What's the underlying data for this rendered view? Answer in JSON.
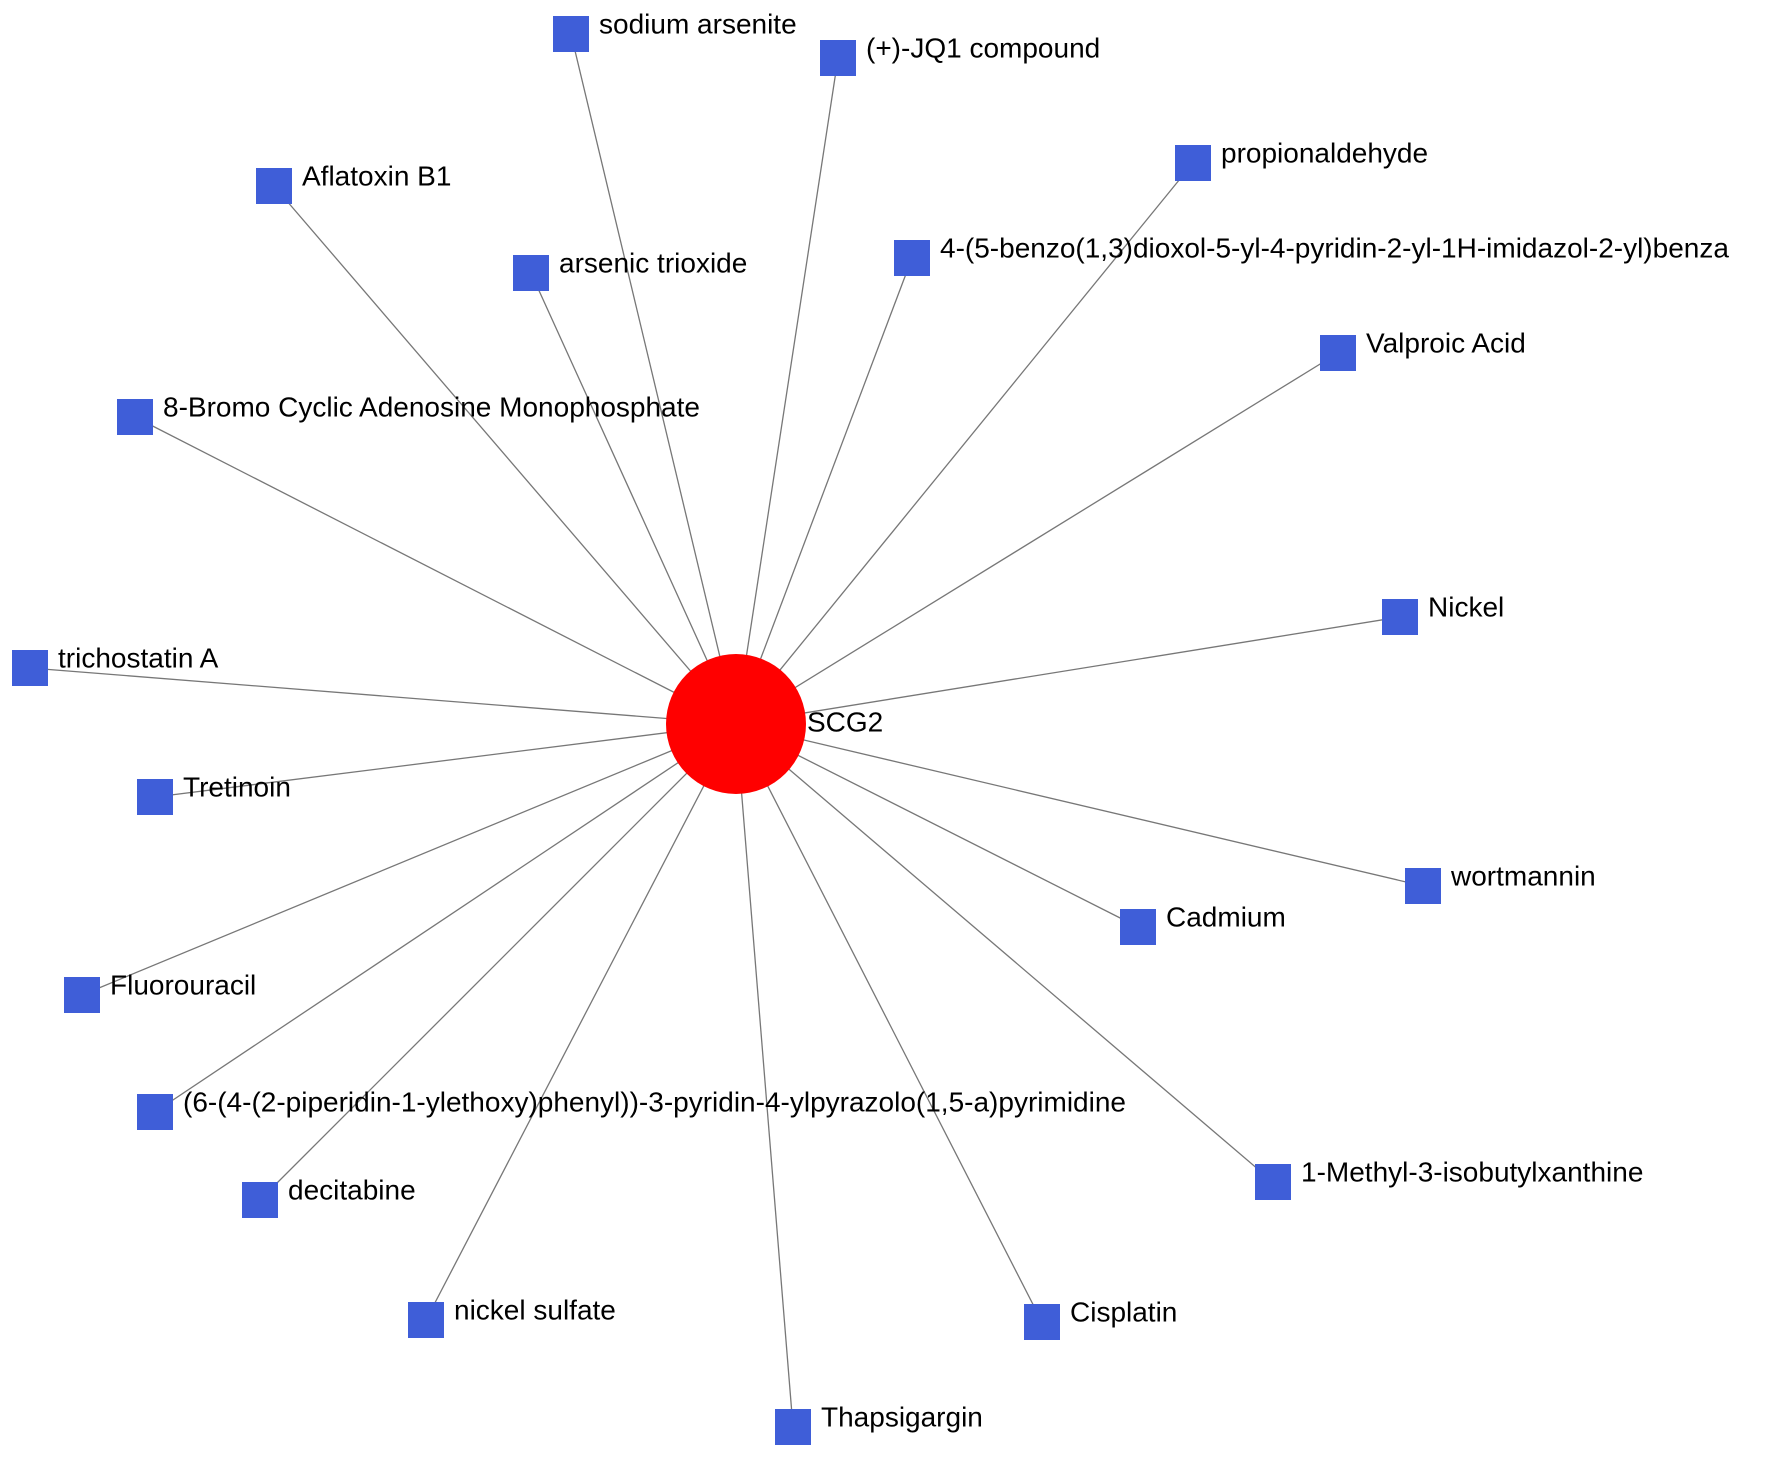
{
  "hub": {
    "label": "SCG2",
    "color": "#ff0000"
  },
  "node_color": "#3f5ed8",
  "edge_color": "#777777",
  "nodes": [
    {
      "id": "sodium-arsenite",
      "label": "sodium arsenite"
    },
    {
      "id": "jq1-compound",
      "label": "(+)-JQ1 compound"
    },
    {
      "id": "aflatoxin-b1",
      "label": "Aflatoxin B1"
    },
    {
      "id": "propionaldehyde",
      "label": "propionaldehyde"
    },
    {
      "id": "arsenic-trioxide",
      "label": "arsenic trioxide"
    },
    {
      "id": "benzodioxol-imidazol",
      "label": "4-(5-benzo(1,3)dioxol-5-yl-4-pyridin-2-yl-1H-imidazol-2-yl)benza"
    },
    {
      "id": "valproic-acid",
      "label": "Valproic Acid"
    },
    {
      "id": "8-bromo-camp",
      "label": "8-Bromo Cyclic Adenosine Monophosphate"
    },
    {
      "id": "nickel",
      "label": "Nickel"
    },
    {
      "id": "trichostatin-a",
      "label": "trichostatin A"
    },
    {
      "id": "tretinoin",
      "label": "Tretinoin"
    },
    {
      "id": "wortmannin",
      "label": "wortmannin"
    },
    {
      "id": "cadmium",
      "label": "Cadmium"
    },
    {
      "id": "fluorouracil",
      "label": "Fluorouracil"
    },
    {
      "id": "piperidin-pyrazolo",
      "label": "(6-(4-(2-piperidin-1-ylethoxy)phenyl))-3-pyridin-4-ylpyrazolo(1,5-a)pyrimidine"
    },
    {
      "id": "1-methyl-3-isobutylxanthine",
      "label": "1-Methyl-3-isobutylxanthine"
    },
    {
      "id": "decitabine",
      "label": "decitabine"
    },
    {
      "id": "nickel-sulfate",
      "label": "nickel sulfate"
    },
    {
      "id": "cisplatin",
      "label": "Cisplatin"
    },
    {
      "id": "thapsigargin",
      "label": "Thapsigargin"
    }
  ]
}
